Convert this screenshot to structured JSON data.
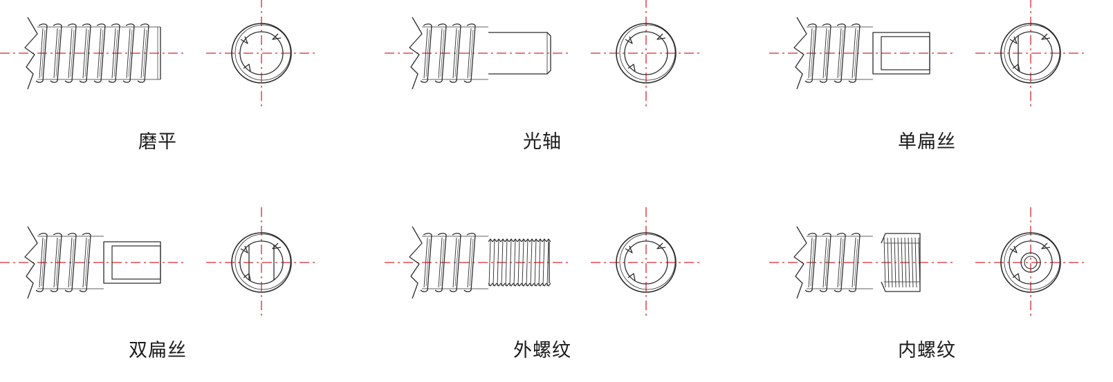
{
  "colors": {
    "line": "#2a2a2a",
    "centerline": "#d7262e",
    "background": "#ffffff"
  },
  "items": [
    {
      "label": "磨平",
      "end_type": "flat"
    },
    {
      "label": "光轴",
      "end_type": "plain-shaft"
    },
    {
      "label": "单扁丝",
      "end_type": "single-flat"
    },
    {
      "label": "双扁丝",
      "end_type": "double-flat"
    },
    {
      "label": "外螺纹",
      "end_type": "external-thread"
    },
    {
      "label": "内螺纹",
      "end_type": "internal-thread"
    }
  ]
}
